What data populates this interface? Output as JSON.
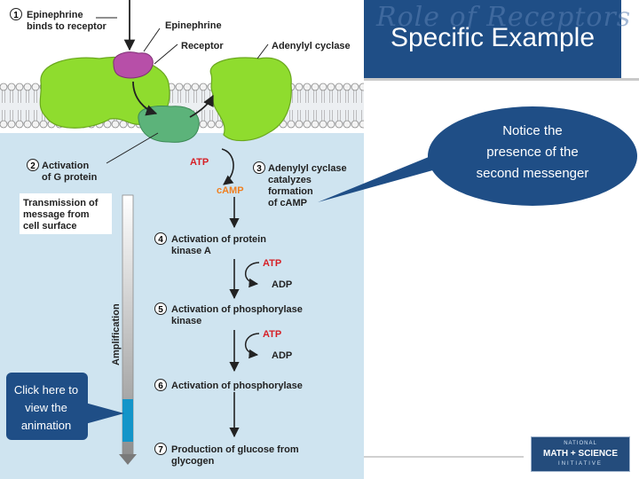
{
  "slide": {
    "title": "Specific Example",
    "title_ghost": "Role of Receptors",
    "callout": [
      "Notice the",
      "presence of the",
      "second messenger"
    ],
    "click_button": [
      "Click here to",
      "view the",
      "animation"
    ],
    "logo": {
      "line1": "NATIONAL",
      "line2": "MATH + SCIENCE",
      "line3": "INITIATIVE"
    }
  },
  "diagram": {
    "step1": {
      "num": "1",
      "lines": [
        "Epinephrine",
        "binds to receptor"
      ]
    },
    "label_epinephrine": "Epinephrine",
    "label_receptor": "Receptor",
    "label_adenylyl": "Adenylyl cyclase",
    "step2": {
      "num": "2",
      "lines": [
        "Activation",
        "of G protein"
      ]
    },
    "atp_top": "ATP",
    "camp": "cAMP",
    "step3": {
      "num": "3",
      "lines": [
        "Adenylyl cyclase",
        "catalyzes",
        "formation",
        "of cAMP"
      ]
    },
    "transmission": [
      "Transmission of",
      "message from",
      "cell surface"
    ],
    "amplification": "Amplification",
    "step4": {
      "num": "4",
      "lines": [
        "Activation of protein",
        "kinase A"
      ]
    },
    "atp1": "ATP",
    "adp1": "ADP",
    "step5": {
      "num": "5",
      "lines": [
        "Activation of phosphorylase",
        "kinase"
      ]
    },
    "atp2": "ATP",
    "adp2": "ADP",
    "step6": {
      "num": "6",
      "lines": [
        "Activation of phosphorylase"
      ]
    },
    "step7": {
      "num": "7",
      "lines": [
        "Production of glucose from",
        "glycogen"
      ]
    }
  },
  "colors": {
    "title_bg": "#1f4e86",
    "cytoplasm": "#cfe4f0",
    "protein_green": "#8fdc2e",
    "g_protein": "#5cb37a",
    "epinephrine": "#b74fa8",
    "atp_red": "#d61f26",
    "camp_orange": "#f07f1f"
  }
}
